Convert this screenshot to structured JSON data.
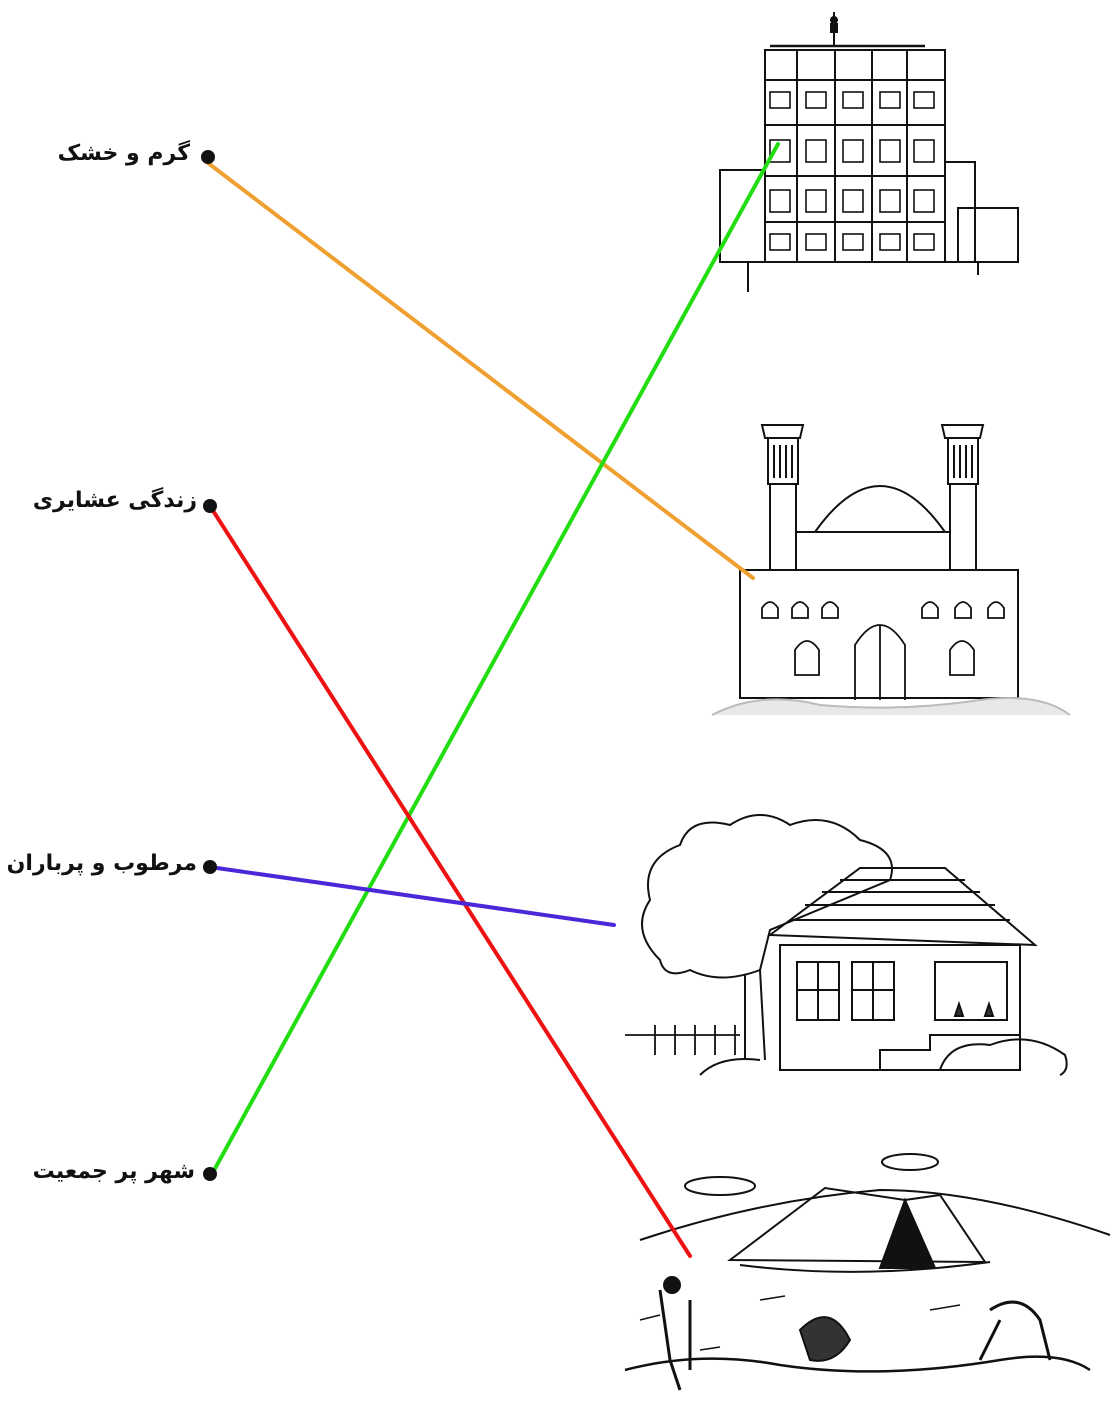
{
  "labels": {
    "hot_dry": "گرم و خشک",
    "nomadic": "زندگی عشایری",
    "humid_rainy": "مرطوب و پرباران",
    "populated_city": "شهر پر جمعیت"
  },
  "colors": {
    "hot_dry_line": "#f0a030",
    "nomadic_line": "#ee1111",
    "humid_line": "#4a28d8",
    "city_line": "#22dd11",
    "ink": "#111111"
  },
  "icons": [
    "apartment-building-picture",
    "windcatcher-house-picture",
    "village-house-picture",
    "nomad-tent-picture"
  ]
}
